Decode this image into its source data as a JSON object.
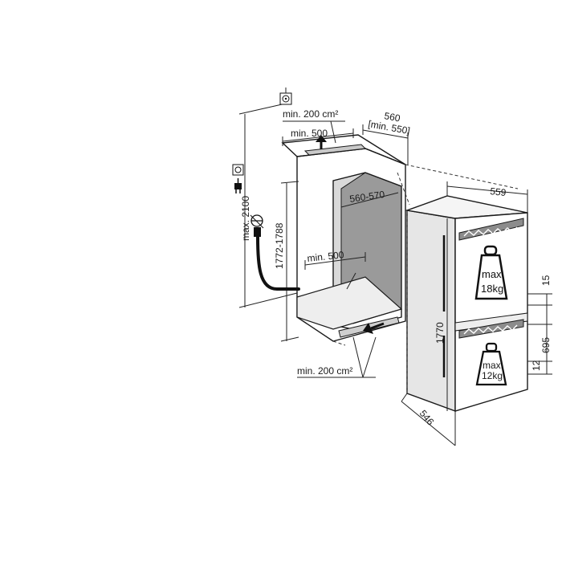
{
  "diagram": {
    "labels": {
      "vent_top_area": "min. 200 cm²",
      "top_opening_width": "min. 500",
      "niche_depth": "560",
      "niche_depth_min": "[min. 550]",
      "max_height": "max. 2100",
      "niche_height": "1772-1788",
      "niche_width": "560-570",
      "bottom_opening_width": "min. 500",
      "vent_bottom_area": "min. 200 cm²",
      "appliance_width": "559",
      "appliance_height": "1770",
      "appliance_depth": "546",
      "dim_15": "15",
      "dim_695": "695",
      "dim_12": "12"
    },
    "weights": {
      "upper_line1": "max.",
      "upper_line2": "18kg",
      "lower_line1": "max.",
      "lower_line2": "12kg"
    },
    "icons": [
      "socket-icon",
      "power-plug-icon",
      "water-tap-icon",
      "airflow-arrow-icon",
      "weight-icon"
    ],
    "colors": {
      "line": "#1a1a1a",
      "niche_interior": "#9a9a9a",
      "niche_inner_light": "#d9d9d9",
      "appliance_side": "#e6e6e6",
      "appliance_front": "#ffffff"
    }
  }
}
